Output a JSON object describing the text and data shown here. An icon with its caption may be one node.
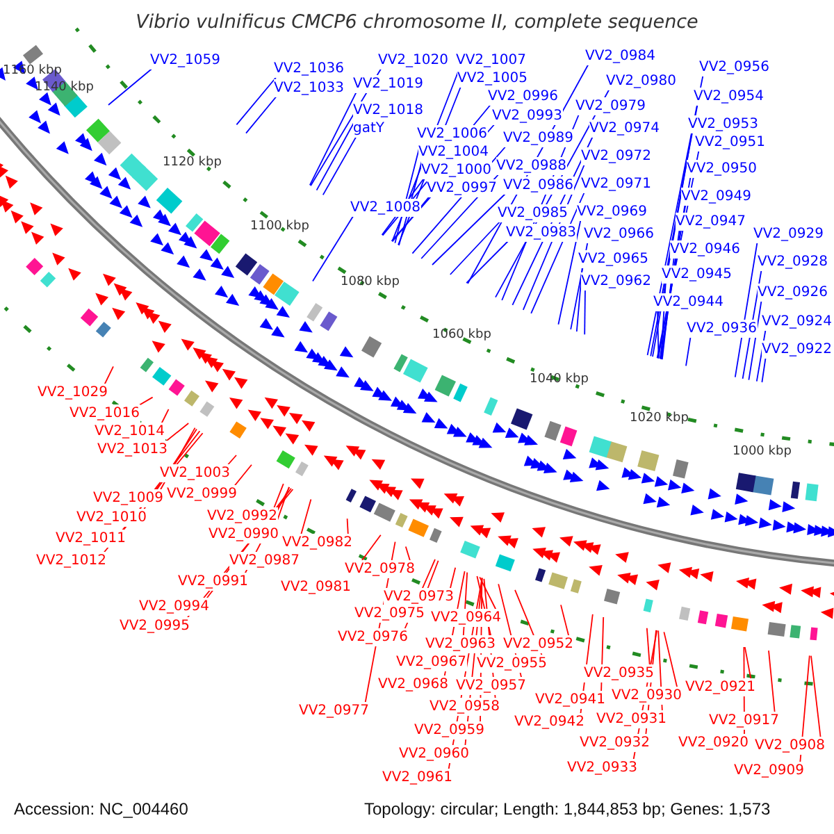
{
  "diagram": {
    "title": "Vibrio vulnificus CMCP6 chromosome II, complete sequence",
    "nodes": [
      {
        "text": [
          "VV2_1059"
        ]
      },
      {
        "text": [
          "VV2_1036"
        ]
      },
      {
        "text": [
          "VV2_1033"
        ]
      },
      {
        "text": [
          "VV2_1020"
        ]
      },
      {
        "text": [
          "VV2_1019"
        ]
      },
      {
        "text": [
          "VV2_1018"
        ]
      },
      {
        "text": [
          "gatY"
        ]
      },
      {
        "text": [
          "VV2_1007"
        ]
      },
      {
        "text": [
          "VV2_1005"
        ]
      },
      {
        "text": [
          "VV2_0996"
        ]
      },
      {
        "text": [
          "VV2_0993"
        ]
      },
      {
        "text": [
          "VV2_1006"
        ]
      },
      {
        "text": [
          "VV2_1004"
        ]
      },
      {
        "text": [
          "VV2_1000"
        ]
      },
      {
        "text": [
          "VV2_0997"
        ]
      },
      {
        "text": [
          "VV2_1008"
        ]
      },
      {
        "text": [
          "VV2_0989"
        ]
      },
      {
        "text": [
          "VV2_0988"
        ]
      },
      {
        "text": [
          "VV2_0986"
        ]
      },
      {
        "text": [
          "VV2_0985"
        ]
      },
      {
        "text": [
          "VV2_0983"
        ]
      },
      {
        "text": [
          "VV2_0984"
        ]
      },
      {
        "text": [
          "VV2_0980"
        ]
      },
      {
        "text": [
          "VV2_0979"
        ]
      },
      {
        "text": [
          "VV2_0974"
        ]
      },
      {
        "text": [
          "VV2_0972"
        ]
      },
      {
        "text": [
          "VV2_0971"
        ]
      },
      {
        "text": [
          "VV2_0969"
        ]
      },
      {
        "text": [
          "VV2_0966"
        ]
      },
      {
        "text": [
          "VV2_0965"
        ]
      },
      {
        "text": [
          "VV2_0962"
        ]
      },
      {
        "text": [
          "VV2_0956"
        ]
      },
      {
        "text": [
          "VV2_0954"
        ]
      },
      {
        "text": [
          "VV2_0953"
        ]
      },
      {
        "text": [
          "VV2_0951"
        ]
      },
      {
        "text": [
          "VV2_0950"
        ]
      },
      {
        "text": [
          "VV2_0949"
        ]
      },
      {
        "text": [
          "VV2_0947"
        ]
      },
      {
        "text": [
          "VV2_0946"
        ]
      },
      {
        "text": [
          "VV2_0945"
        ]
      },
      {
        "text": [
          "VV2_0944"
        ]
      },
      {
        "text": [
          "VV2_0936"
        ]
      },
      {
        "text": [
          "VV2_0929"
        ]
      },
      {
        "text": [
          "VV2_0928"
        ]
      },
      {
        "text": [
          "VV2_0926"
        ]
      },
      {
        "text": [
          "VV2_0924"
        ]
      },
      {
        "text": [
          "VV2_0922"
        ]
      },
      {
        "text": [
          "VV2_1029"
        ]
      },
      {
        "text": [
          "VV2_1016"
        ]
      },
      {
        "text": [
          "VV2_1014"
        ]
      },
      {
        "text": [
          "VV2_1013"
        ]
      },
      {
        "text": [
          "VV2_1003"
        ]
      },
      {
        "text": [
          "VV2_1009"
        ]
      },
      {
        "text": [
          "VV2_0999"
        ]
      },
      {
        "text": [
          "VV2_1010"
        ]
      },
      {
        "text": [
          "VV2_1011"
        ]
      },
      {
        "text": [
          "VV2_1012"
        ]
      },
      {
        "text": [
          "VV2_0992"
        ]
      },
      {
        "text": [
          "VV2_0990"
        ]
      },
      {
        "text": [
          "VV2_0982"
        ]
      },
      {
        "text": [
          "VV2_0987"
        ]
      },
      {
        "text": [
          "VV2_0991"
        ]
      },
      {
        "text": [
          "VV2_0978"
        ]
      },
      {
        "text": [
          "VV2_0981"
        ]
      },
      {
        "text": [
          "VV2_0994"
        ]
      },
      {
        "text": [
          "VV2_0995"
        ]
      },
      {
        "text": [
          "VV2_0973"
        ]
      },
      {
        "text": [
          "VV2_0975"
        ]
      },
      {
        "text": [
          "VV2_0964"
        ]
      },
      {
        "text": [
          "VV2_0976"
        ]
      },
      {
        "text": [
          "VV2_0963"
        ]
      },
      {
        "text": [
          "VV2_0952"
        ]
      },
      {
        "text": [
          "VV2_0967"
        ]
      },
      {
        "text": [
          "VV2_0955"
        ]
      },
      {
        "text": [
          "VV2_0968"
        ]
      },
      {
        "text": [
          "VV2_0957"
        ]
      },
      {
        "text": [
          "VV2_0977"
        ]
      },
      {
        "text": [
          "VV2_0958"
        ]
      },
      {
        "text": [
          "VV2_0941"
        ]
      },
      {
        "text": [
          "VV2_0935"
        ]
      },
      {
        "text": [
          "VV2_0930"
        ]
      },
      {
        "text": [
          "VV2_0942"
        ]
      },
      {
        "text": [
          "VV2_0931"
        ]
      },
      {
        "text": [
          "VV2_0959"
        ]
      },
      {
        "text": [
          "VV2_0932"
        ]
      },
      {
        "text": [
          "VV2_0960"
        ]
      },
      {
        "text": [
          "VV2_0933"
        ]
      },
      {
        "text": [
          "VV2_0961"
        ]
      },
      {
        "text": [
          "VV2_0921"
        ]
      },
      {
        "text": [
          "VV2_0917"
        ]
      },
      {
        "text": [
          "VV2_0920"
        ]
      },
      {
        "text": [
          "VV2_0908"
        ]
      },
      {
        "text": [
          "VV2_0909"
        ]
      }
    ],
    "edges": [
      {
        "from": 0,
        "to": null,
        "arrow": "none"
      },
      {
        "from": 1,
        "to": null,
        "arrow": "none"
      },
      {
        "from": 2,
        "to": null,
        "arrow": "none"
      },
      {
        "from": 3,
        "to": null,
        "arrow": "none"
      },
      {
        "from": 4,
        "to": null,
        "arrow": "none"
      },
      {
        "from": 5,
        "to": null,
        "arrow": "none"
      },
      {
        "from": 6,
        "to": null,
        "arrow": "none"
      },
      {
        "from": 7,
        "to": null,
        "arrow": "none"
      },
      {
        "from": 8,
        "to": null,
        "arrow": "none"
      },
      {
        "from": 9,
        "to": null,
        "arrow": "none"
      },
      {
        "from": 10,
        "to": null,
        "arrow": "none"
      },
      {
        "from": 11,
        "to": null,
        "arrow": "none"
      },
      {
        "from": 12,
        "to": null,
        "arrow": "none"
      },
      {
        "from": 13,
        "to": null,
        "arrow": "none"
      },
      {
        "from": 14,
        "to": null,
        "arrow": "none"
      },
      {
        "from": 15,
        "to": null,
        "arrow": "none"
      },
      {
        "from": 16,
        "to": null,
        "arrow": "none"
      },
      {
        "from": 17,
        "to": null,
        "arrow": "none"
      },
      {
        "from": 18,
        "to": null,
        "arrow": "none"
      },
      {
        "from": 19,
        "to": null,
        "arrow": "none"
      },
      {
        "from": 20,
        "to": null,
        "arrow": "none"
      },
      {
        "from": 21,
        "to": null,
        "arrow": "none"
      },
      {
        "from": 22,
        "to": null,
        "arrow": "none"
      },
      {
        "from": 23,
        "to": null,
        "arrow": "none"
      },
      {
        "from": 24,
        "to": null,
        "arrow": "none"
      },
      {
        "from": 25,
        "to": null,
        "arrow": "none"
      },
      {
        "from": 26,
        "to": null,
        "arrow": "none"
      },
      {
        "from": 27,
        "to": null,
        "arrow": "none"
      },
      {
        "from": 28,
        "to": null,
        "arrow": "none"
      },
      {
        "from": 29,
        "to": null,
        "arrow": "none"
      },
      {
        "from": 30,
        "to": null,
        "arrow": "none"
      },
      {
        "from": 31,
        "to": null,
        "arrow": "none"
      },
      {
        "from": 32,
        "to": null,
        "arrow": "none"
      },
      {
        "from": 33,
        "to": null,
        "arrow": "none"
      },
      {
        "from": 34,
        "to": null,
        "arrow": "none"
      },
      {
        "from": 35,
        "to": null,
        "arrow": "none"
      },
      {
        "from": 36,
        "to": null,
        "arrow": "none"
      },
      {
        "from": 37,
        "to": null,
        "arrow": "none"
      },
      {
        "from": 38,
        "to": null,
        "arrow": "none"
      },
      {
        "from": 39,
        "to": null,
        "arrow": "none"
      },
      {
        "from": 40,
        "to": null,
        "arrow": "none"
      },
      {
        "from": 41,
        "to": null,
        "arrow": "none"
      },
      {
        "from": 42,
        "to": null,
        "arrow": "none"
      },
      {
        "from": 43,
        "to": null,
        "arrow": "none"
      },
      {
        "from": 44,
        "to": null,
        "arrow": "none"
      },
      {
        "from": 45,
        "to": null,
        "arrow": "none"
      },
      {
        "from": 46,
        "to": null,
        "arrow": "none"
      },
      {
        "from": 47,
        "to": null,
        "arrow": "none",
        "color": "#ff0000"
      },
      {
        "from": 48,
        "to": null,
        "arrow": "none",
        "color": "#ff0000"
      },
      {
        "from": 49,
        "to": null,
        "arrow": "none",
        "color": "#ff0000"
      },
      {
        "from": 50,
        "to": null,
        "arrow": "none",
        "color": "#ff0000"
      },
      {
        "from": 51,
        "to": null,
        "arrow": "none",
        "color": "#ff0000"
      },
      {
        "from": 52,
        "to": null,
        "arrow": "none",
        "color": "#ff0000"
      },
      {
        "from": 53,
        "to": null,
        "arrow": "none",
        "color": "#ff0000"
      },
      {
        "from": 54,
        "to": null,
        "arrow": "none",
        "color": "#ff0000"
      },
      {
        "from": 55,
        "to": null,
        "arrow": "none",
        "color": "#ff0000"
      },
      {
        "from": 56,
        "to": null,
        "arrow": "none",
        "color": "#ff0000"
      },
      {
        "from": 57,
        "to": null,
        "arrow": "none",
        "color": "#ff0000"
      },
      {
        "from": 58,
        "to": null,
        "arrow": "none",
        "color": "#ff0000"
      },
      {
        "from": 59,
        "to": null,
        "arrow": "none",
        "color": "#ff0000"
      },
      {
        "from": 60,
        "to": null,
        "arrow": "none",
        "color": "#ff0000"
      },
      {
        "from": 61,
        "to": null,
        "arrow": "none",
        "color": "#ff0000"
      },
      {
        "from": 62,
        "to": null,
        "arrow": "none",
        "color": "#ff0000"
      },
      {
        "from": 63,
        "to": null,
        "arrow": "none",
        "color": "#ff0000"
      },
      {
        "from": 64,
        "to": null,
        "arrow": "none",
        "color": "#ff0000"
      },
      {
        "from": 65,
        "to": null,
        "arrow": "none",
        "color": "#ff0000"
      },
      {
        "from": 66,
        "to": null,
        "arrow": "none",
        "color": "#ff0000"
      },
      {
        "from": 67,
        "to": null,
        "arrow": "none",
        "color": "#ff0000"
      },
      {
        "from": 68,
        "to": null,
        "arrow": "none",
        "color": "#ff0000"
      },
      {
        "from": 69,
        "to": null,
        "arrow": "none",
        "color": "#ff0000"
      },
      {
        "from": 70,
        "to": null,
        "arrow": "none",
        "color": "#ff0000"
      },
      {
        "from": 71,
        "to": null,
        "arrow": "none",
        "color": "#ff0000"
      },
      {
        "from": 72,
        "to": null,
        "arrow": "none",
        "color": "#ff0000"
      },
      {
        "from": 73,
        "to": null,
        "arrow": "none",
        "color": "#ff0000"
      },
      {
        "from": 74,
        "to": null,
        "arrow": "none",
        "color": "#ff0000"
      },
      {
        "from": 75,
        "to": null,
        "arrow": "none",
        "color": "#ff0000"
      },
      {
        "from": 76,
        "to": null,
        "arrow": "none",
        "color": "#ff0000"
      },
      {
        "from": 77,
        "to": null,
        "arrow": "none",
        "color": "#ff0000"
      },
      {
        "from": 78,
        "to": null,
        "arrow": "none",
        "color": "#ff0000"
      },
      {
        "from": 79,
        "to": null,
        "arrow": "none",
        "color": "#ff0000"
      },
      {
        "from": 80,
        "to": null,
        "arrow": "none",
        "color": "#ff0000"
      },
      {
        "from": 81,
        "to": null,
        "arrow": "none",
        "color": "#ff0000"
      },
      {
        "from": 82,
        "to": null,
        "arrow": "none",
        "color": "#ff0000"
      },
      {
        "from": 83,
        "to": null,
        "arrow": "none",
        "color": "#ff0000"
      },
      {
        "from": 84,
        "to": null,
        "arrow": "none",
        "color": "#ff0000"
      },
      {
        "from": 85,
        "to": null,
        "arrow": "none",
        "color": "#ff0000"
      },
      {
        "from": 86,
        "to": null,
        "arrow": "none",
        "color": "#ff0000"
      },
      {
        "from": 87,
        "to": null,
        "arrow": "none",
        "color": "#ff0000"
      },
      {
        "from": 88,
        "to": null,
        "arrow": "none",
        "color": "#ff0000"
      },
      {
        "from": 89,
        "to": null,
        "arrow": "none",
        "color": "#ff0000"
      },
      {
        "from": 90,
        "to": null,
        "arrow": "none",
        "color": "#ff0000"
      },
      {
        "from": 91,
        "to": null,
        "arrow": "none",
        "color": "#ff0000"
      },
      {
        "from": 92,
        "to": null,
        "arrow": "none",
        "color": "#ff0000"
      }
    ],
    "labels": [
      "1160 kbp",
      "1140 kbp",
      "1120 kbp",
      "1100 kbp",
      "1080 kbp",
      "1060 kbp",
      "1040 kbp",
      "1020 kbp",
      "1000 kbp",
      "Accession: NC_004460",
      "Topology: circular; Length: 1,844,853 bp; Genes: 1,573"
    ]
  }
}
